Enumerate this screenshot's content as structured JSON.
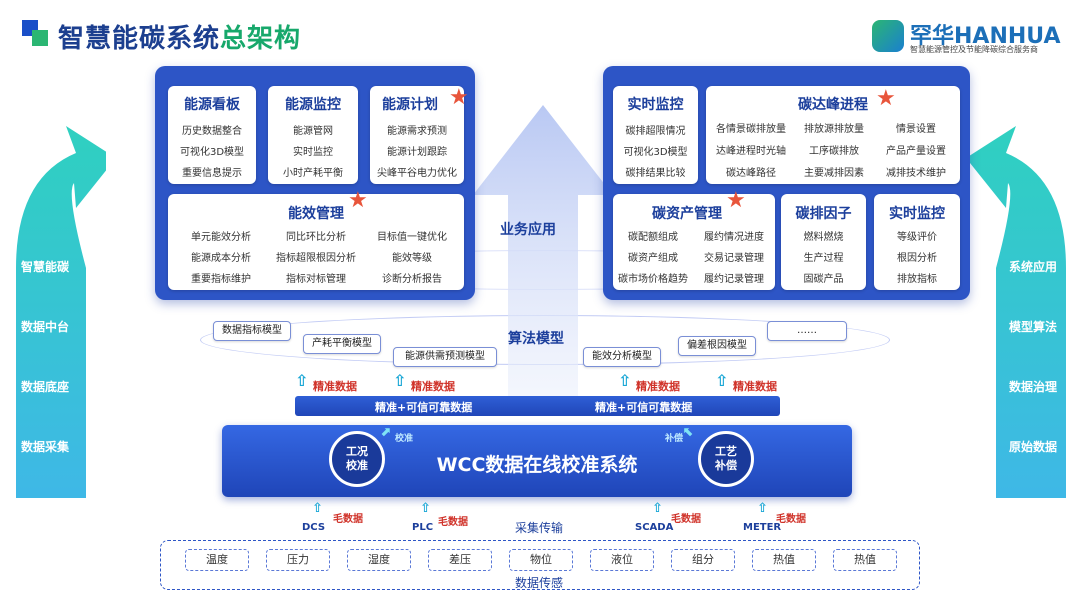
{
  "header": {
    "title_main": "智慧能碳系统",
    "title_highlight": "总架构",
    "logo_name": "罕华HANHUA",
    "logo_subtitle": "智慧能源管控及节能降碳综合服务商"
  },
  "left_arrow": {
    "labels": [
      "智慧能碳",
      "数据中台",
      "数据底座",
      "数据采集"
    ]
  },
  "right_arrow": {
    "labels": [
      "系统应用",
      "模型算法",
      "数据治理",
      "原始数据"
    ]
  },
  "center": {
    "business_label": "业务应用",
    "algorithm_label": "算法模型",
    "collection_label": "采集传输",
    "sensing_label": "数据传感"
  },
  "left_panel": {
    "energy_board": {
      "title": "能源看板",
      "items": [
        "历史数据整合",
        "可视化3D模型",
        "重要信息提示"
      ]
    },
    "energy_monitor": {
      "title": "能源监控",
      "items": [
        "能源管网",
        "实时监控",
        "小时产耗平衡"
      ]
    },
    "energy_plan": {
      "title": "能源计划",
      "items": [
        "能源需求预测",
        "能源计划跟踪",
        "尖峰平谷电力优化"
      ]
    },
    "efficiency": {
      "title": "能效管理",
      "items": [
        "单元能效分析",
        "同比环比分析",
        "目标值一键优化",
        "能源成本分析",
        "指标超限根因分析",
        "能效等级",
        "重要指标维护",
        "指标对标管理",
        "诊断分析报告"
      ]
    }
  },
  "right_panel": {
    "realtime_monitor": {
      "title": "实时监控",
      "items": [
        "碳排超限情况",
        "可视化3D模型",
        "碳排结果比较"
      ]
    },
    "peak": {
      "title": "碳达峰进程",
      "items": [
        "各情景碳排放量",
        "排放源排放量",
        "情景设置",
        "达峰进程时光轴",
        "工序碳排放",
        "产品产量设置",
        "碳达峰路径",
        "主要减排因素",
        "减排技术维护"
      ]
    },
    "asset": {
      "title": "碳资产管理",
      "items": [
        "碳配额组成",
        "履约情况进度",
        "碳资产组成",
        "交易记录管理",
        "碳市场价格趋势",
        "履约记录管理"
      ]
    },
    "factor": {
      "title": "碳排因子",
      "items": [
        "燃料燃烧",
        "生产过程",
        "固碳产品"
      ]
    },
    "realtime2": {
      "title": "实时监控",
      "items": [
        "等级评价",
        "根因分析",
        "排放指标"
      ]
    }
  },
  "models": [
    "数据指标模型",
    "产耗平衡模型",
    "能源供需预测模型",
    "能效分析模型",
    "偏差根因模型",
    "……"
  ],
  "precise_labels": [
    "精准数据",
    "精准数据",
    "精准数据",
    "精准数据"
  ],
  "precise_bar": [
    "精准+可信可靠数据",
    "精准+可信可靠数据"
  ],
  "wcc": {
    "title": "WCC数据在线校准系统",
    "left_circle": "工况\n校准",
    "right_circle": "工艺\n补偿",
    "calibrate_tag": "校准",
    "compensate_tag": "补偿"
  },
  "sources": [
    {
      "name": "DCS",
      "tag": "毛数据"
    },
    {
      "name": "PLC",
      "tag": "毛数据"
    },
    {
      "name": "SCADA",
      "tag": "毛数据"
    },
    {
      "name": "METER",
      "tag": "毛数据"
    }
  ],
  "sensors": [
    "温度",
    "压力",
    "湿度",
    "差压",
    "物位",
    "液位",
    "组分",
    "热值",
    "热值"
  ],
  "colors": {
    "panel": "#2d55c6",
    "accent_red": "#d0332a",
    "title_blue": "#1c3f8f",
    "green": "#17a86b",
    "cyan": "#1aa7d6"
  }
}
